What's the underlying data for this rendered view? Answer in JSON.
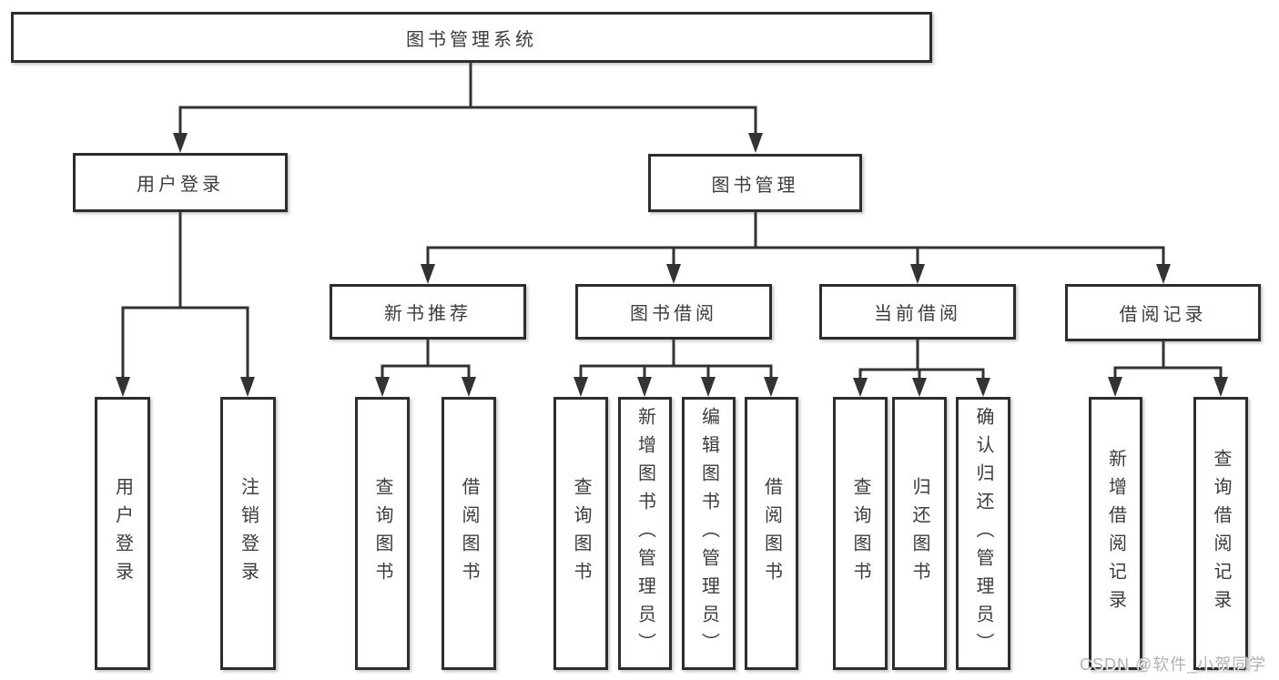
{
  "diagram": {
    "title": "图书管理系统",
    "type": "hierarchy-diagram",
    "nodes": {
      "root": "图书管理系统",
      "user_login": "用户登录",
      "book_mgmt": "图书管理",
      "new_book_rec": "新书推荐",
      "book_borrow": "图书借阅",
      "current_borrow": "当前借阅",
      "borrow_records": "借阅记录",
      "ul_login": "用户登录",
      "ul_logout": "注销登录",
      "nb_query": "查询图书",
      "nb_borrow": "借阅图书",
      "bb_query": "查询图书",
      "bb_add": "新增图书（管理员）",
      "bb_edit": "编辑图书（管理员）",
      "bb_borrow": "借阅图书",
      "cb_query": "查询图书",
      "cb_return": "归还图书",
      "cb_confirm": "确认归还（管理员）",
      "br_add": "新增借阅记录",
      "br_query": "查询借阅记录"
    },
    "hierarchy": {
      "图书管理系统": {
        "用户登录": [
          "用户登录",
          "注销登录"
        ],
        "图书管理": {
          "新书推荐": [
            "查询图书",
            "借阅图书"
          ],
          "图书借阅": [
            "查询图书",
            "新增图书（管理员）",
            "编辑图书（管理员）",
            "借阅图书"
          ],
          "当前借阅": [
            "查询图书",
            "归还图书",
            "确认归还（管理员）"
          ],
          "借阅记录": [
            "新增借阅记录",
            "查询借阅记录"
          ]
        }
      }
    },
    "watermark": "CSDN @软件_小贺同学",
    "colors": {
      "line": "#333333",
      "border": "#2d2d2d",
      "text": "#3c3c3c",
      "watermark": "#b3b3b3",
      "background": "#ffffff"
    }
  }
}
